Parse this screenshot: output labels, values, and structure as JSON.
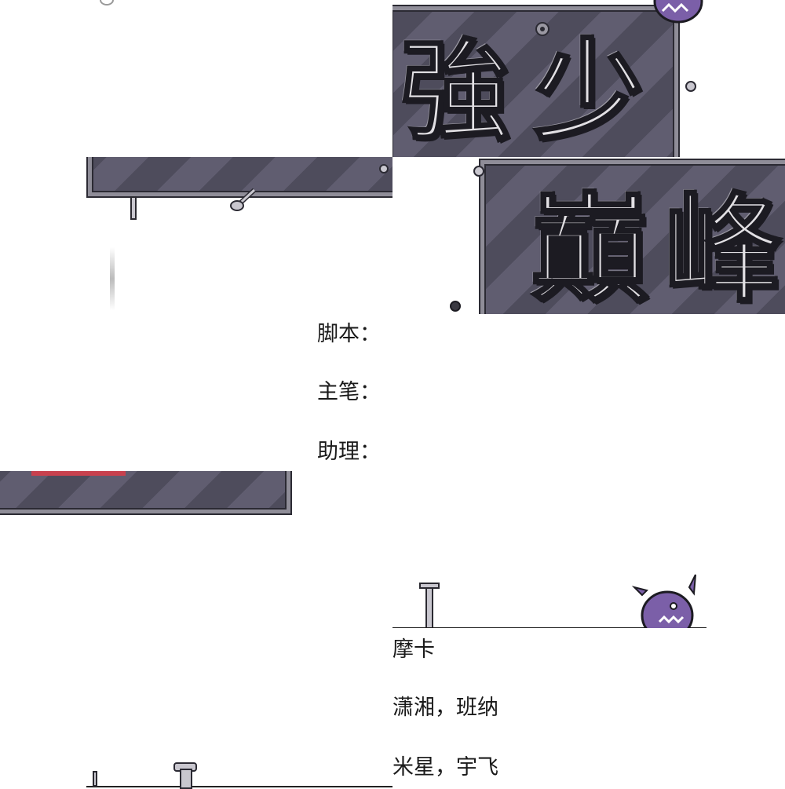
{
  "title_top": {
    "chars": [
      "強",
      "少"
    ]
  },
  "title_bottom": {
    "chars": [
      "巔",
      "峰"
    ]
  },
  "credits": {
    "script_label": "脚本：",
    "artist_label": "主笔：",
    "assistant_label": "助理：",
    "script_value": "摩卡",
    "artist_value": "潇湘，班纳",
    "assistant_value": "米星，宇飞"
  },
  "colors": {
    "board": "#55535f",
    "board_frame": "#8f8d98",
    "mascot": "#7b5fa8",
    "text": "#1a1a1a"
  },
  "icons": [
    "gear-icon",
    "screw-icon",
    "nail-icon",
    "devil-mascot-icon"
  ]
}
